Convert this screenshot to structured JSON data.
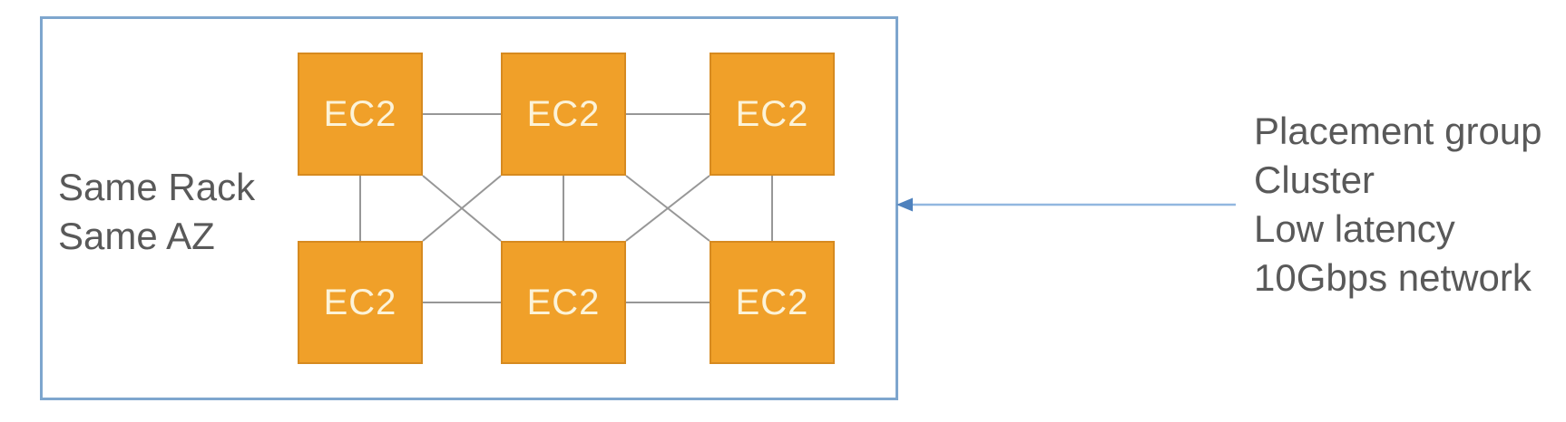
{
  "diagram": {
    "frame_label": {
      "line1": "Same Rack",
      "line2": "Same AZ"
    },
    "nodes": [
      {
        "label": "EC2"
      },
      {
        "label": "EC2"
      },
      {
        "label": "EC2"
      },
      {
        "label": "EC2"
      },
      {
        "label": "EC2"
      },
      {
        "label": "EC2"
      }
    ],
    "annotation": {
      "lines": [
        "Placement group",
        "Cluster",
        "Low latency",
        "10Gbps network"
      ]
    },
    "colors": {
      "node_fill": "#f0a029",
      "node_border": "#d68a20",
      "node_text": "#fcf3d8",
      "connector": "#979797",
      "frame_border": "#7ea6ce",
      "arrow_line": "#92b7e0",
      "arrow_head": "#4e81bd",
      "label_text": "#595959"
    }
  }
}
